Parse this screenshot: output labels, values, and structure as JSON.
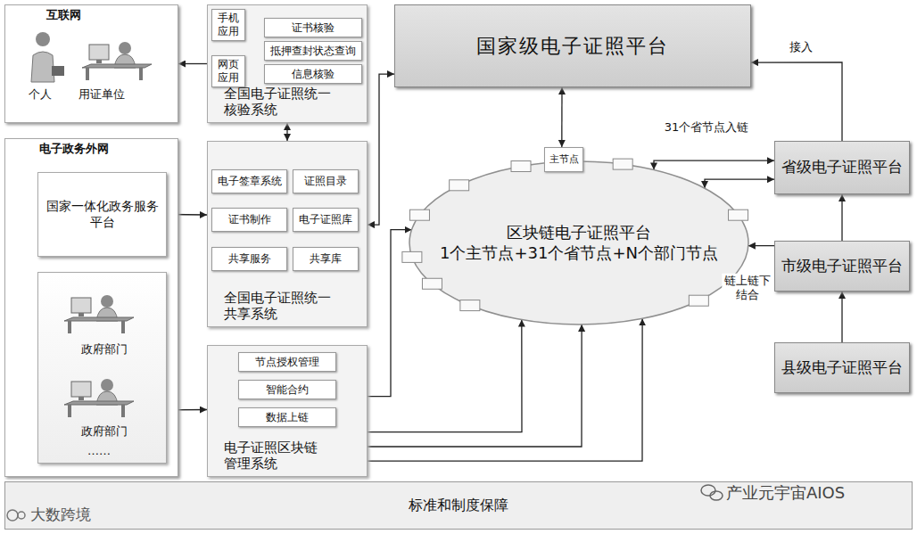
{
  "diagram": {
    "nodes": [
      {
        "text": [
          "互联网",
          "个人",
          "用证单位"
        ]
      },
      {
        "text": [
          "全国电子证照统一核验系统"
        ]
      },
      {
        "text": [
          "手机应用"
        ],
        "in": 1
      },
      {
        "text": [
          "网页应用"
        ],
        "in": 1
      },
      {
        "text": [
          "证书核验"
        ],
        "in": 1
      },
      {
        "text": [
          "抵押查封状态查询"
        ],
        "in": 1
      },
      {
        "text": [
          "信息核验"
        ],
        "in": 1
      },
      {
        "text": [
          "国家级电子证照平台"
        ]
      },
      {
        "text": [
          "电子政务外网"
        ]
      },
      {
        "text": [
          "国家一体化政务服务平台"
        ],
        "in": 8
      },
      {
        "text": [
          "政府部门",
          "政府部门",
          "……"
        ],
        "in": 8
      },
      {
        "text": [
          "全国电子证照统一共享系统"
        ]
      },
      {
        "text": [
          "电子签章系统"
        ],
        "in": 11
      },
      {
        "text": [
          "证照目录"
        ],
        "in": 11
      },
      {
        "text": [
          "证书制作"
        ],
        "in": 11
      },
      {
        "text": [
          "电子证照库"
        ],
        "in": 11
      },
      {
        "text": [
          "共享服务"
        ],
        "in": 11
      },
      {
        "text": [
          "共享库"
        ],
        "in": 11
      },
      {
        "text": [
          "区块链电子证照平台",
          "1个主节点+31个省节点+N个部门节点"
        ]
      },
      {
        "text": [
          "主节点"
        ]
      },
      {
        "text": [
          "电子证照区块链管理系统"
        ]
      },
      {
        "text": [
          "节点授权管理"
        ],
        "in": 20
      },
      {
        "text": [
          "智能合约"
        ],
        "in": 20
      },
      {
        "text": [
          "数据上链"
        ],
        "in": 20
      },
      {
        "text": [
          "省级电子证照平台"
        ]
      },
      {
        "text": [
          "市级电子证照平台"
        ]
      },
      {
        "text": [
          "县级电子证照平台"
        ]
      },
      {
        "text": [
          "标准和制度保障"
        ]
      }
    ],
    "edges": [
      {
        "from": 1,
        "to": 0,
        "arrow": "to"
      },
      {
        "from": 1,
        "to": 11,
        "arrow": "both"
      },
      {
        "from": 11,
        "to": 7,
        "arrow": "both"
      },
      {
        "from": 9,
        "to": 11,
        "arrow": "both"
      },
      {
        "from": 10,
        "to": 20,
        "arrow": "both"
      },
      {
        "from": 7,
        "to": 19,
        "arrow": "both"
      },
      {
        "from": 24,
        "to": 18,
        "arrow": "both",
        "label": "31个省节点入链"
      },
      {
        "from": 24,
        "to": 18,
        "arrow": "both"
      },
      {
        "from": 25,
        "to": 18,
        "arrow": "to",
        "label": "链上链下结合"
      },
      {
        "from": 24,
        "to": 7,
        "arrow": "to",
        "label": "接入"
      },
      {
        "from": 25,
        "to": 24,
        "arrow": "to"
      },
      {
        "from": 26,
        "to": 25,
        "arrow": "to"
      },
      {
        "from": 20,
        "to": 18,
        "arrow": "to"
      },
      {
        "from": 20,
        "to": 18,
        "arrow": "to"
      },
      {
        "from": 20,
        "to": 18,
        "arrow": "to"
      },
      {
        "from": 20,
        "to": 18,
        "arrow": "to"
      }
    ],
    "labels": [
      "大数跨境",
      "产业元宇宙AIOS"
    ]
  }
}
